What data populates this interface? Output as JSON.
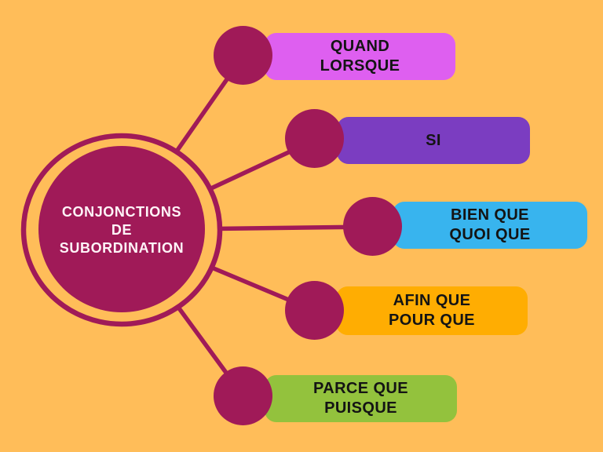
{
  "colors": {
    "background": "#FFBD59",
    "magenta": "#A01A58",
    "center_text": "#FFF4F8",
    "branch_text": "#141414"
  },
  "center": {
    "label_lines": [
      "CONJONCTIONS",
      "DE",
      "SUBORDINATION"
    ]
  },
  "branches": [
    {
      "name": "quand-lorsque",
      "lines": [
        "QUAND",
        "LORSQUE"
      ],
      "color": "#DE5FF0"
    },
    {
      "name": "si",
      "lines": [
        "SI"
      ],
      "color": "#7B3DC1"
    },
    {
      "name": "bien-que-quoi-que",
      "lines": [
        "BIEN QUE",
        "QUOI QUE"
      ],
      "color": "#38B4EE"
    },
    {
      "name": "afin-que-pour-que",
      "lines": [
        "AFIN QUE",
        "POUR QUE"
      ],
      "color": "#FFAD02"
    },
    {
      "name": "parce-que-puisque",
      "lines": [
        "PARCE QUE",
        "PUISQUE"
      ],
      "color": "#93C23D"
    }
  ]
}
